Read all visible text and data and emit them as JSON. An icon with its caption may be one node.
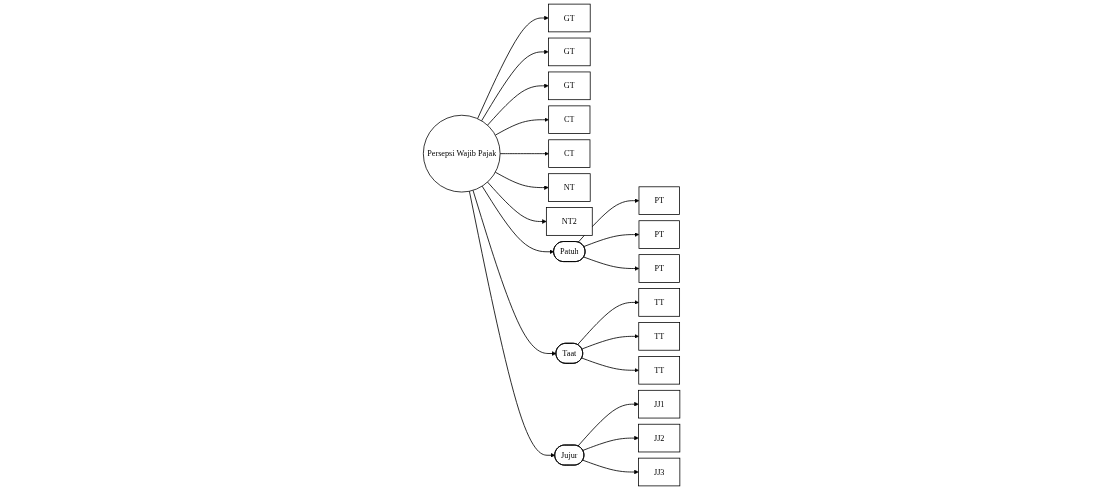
{
  "diagram": {
    "nodes": [
      {
        "text": [
          "GT"
        ]
      },
      {
        "text": [
          "GT"
        ]
      },
      {
        "text": [
          "GT"
        ]
      },
      {
        "text": [
          "CT"
        ]
      },
      {
        "text": [
          "CT"
        ]
      },
      {
        "text": [
          "NT"
        ]
      },
      {
        "text": [
          "NT2"
        ]
      },
      {
        "text": [
          "Persepsi Wajib Pajak"
        ]
      },
      {
        "text": [
          "Patuh"
        ]
      },
      {
        "text": [
          "PT"
        ]
      },
      {
        "text": [
          "PT"
        ]
      },
      {
        "text": [
          "PT"
        ]
      },
      {
        "text": [
          "Taat"
        ]
      },
      {
        "text": [
          "TT"
        ]
      },
      {
        "text": [
          "TT"
        ]
      },
      {
        "text": [
          "TT"
        ]
      },
      {
        "text": [
          "Jujur"
        ]
      },
      {
        "text": [
          "JJ1"
        ]
      },
      {
        "text": [
          "JJ2"
        ]
      },
      {
        "text": [
          "JJ3"
        ]
      }
    ],
    "edges": [
      {
        "from": 7,
        "to": 0,
        "arrow": "to"
      },
      {
        "from": 7,
        "to": 1,
        "arrow": "to"
      },
      {
        "from": 7,
        "to": 2,
        "arrow": "to"
      },
      {
        "from": 7,
        "to": 3,
        "arrow": "to"
      },
      {
        "from": 7,
        "to": 4,
        "arrow": "to"
      },
      {
        "from": 7,
        "to": 5,
        "arrow": "to"
      },
      {
        "from": 7,
        "to": 6,
        "arrow": "to"
      },
      {
        "from": 7,
        "to": 8,
        "arrow": "to"
      },
      {
        "from": 7,
        "to": 12,
        "arrow": "to"
      },
      {
        "from": 7,
        "to": 16,
        "arrow": "to"
      },
      {
        "from": 8,
        "to": 9,
        "arrow": "to"
      },
      {
        "from": 8,
        "to": 10,
        "arrow": "to"
      },
      {
        "from": 8,
        "to": 11,
        "arrow": "to"
      },
      {
        "from": 12,
        "to": 13,
        "arrow": "to"
      },
      {
        "from": 12,
        "to": 14,
        "arrow": "to"
      },
      {
        "from": 12,
        "to": 15,
        "arrow": "to"
      },
      {
        "from": 16,
        "to": 17,
        "arrow": "to"
      },
      {
        "from": 16,
        "to": 18,
        "arrow": "to"
      },
      {
        "from": 16,
        "to": 19,
        "arrow": "to"
      }
    ]
  }
}
